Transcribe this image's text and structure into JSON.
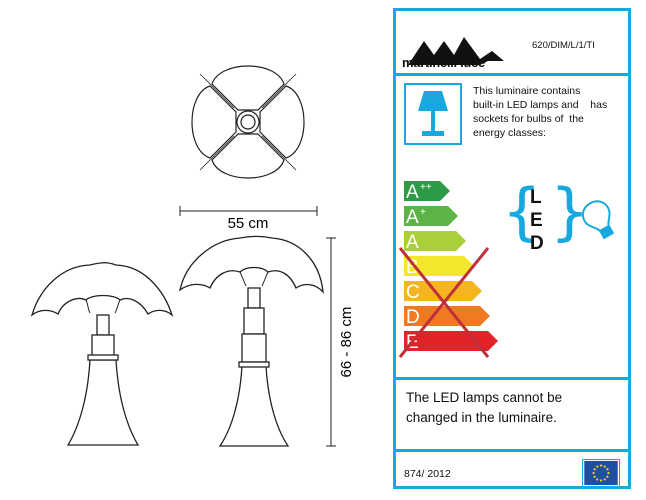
{
  "drawing": {
    "width_label": "55 cm",
    "height_label": "66 - 86 cm"
  },
  "energy_label": {
    "brand": "martinelli luce",
    "product_code": "620/DIM/L/1/TI",
    "info_lines": [
      "This luminaire contains",
      "built-in LED lamps and    has",
      "sockets for bulbs of  the",
      "energy classes:"
    ],
    "led_letters": [
      "L",
      "E",
      "D"
    ],
    "classes": [
      {
        "letter": "A",
        "sup": "++",
        "color": "#2d9b45",
        "crossed": false
      },
      {
        "letter": "A",
        "sup": "+",
        "color": "#5cb447",
        "crossed": false
      },
      {
        "letter": "A",
        "sup": "",
        "color": "#a9cf39",
        "crossed": false
      },
      {
        "letter": "B",
        "sup": "",
        "color": "#f3e62b",
        "crossed": true
      },
      {
        "letter": "C",
        "sup": "",
        "color": "#f5b521",
        "crossed": true
      },
      {
        "letter": "D",
        "sup": "",
        "color": "#ef7a22",
        "crossed": true
      },
      {
        "letter": "E",
        "sup": "",
        "color": "#e3232a",
        "crossed": true
      }
    ],
    "bottom_text": [
      "The LED lamps cannot be",
      "changed in the luminaire."
    ],
    "regulation": "874/ 2012",
    "accent_color": "#17a8df",
    "cross_color": "#c0303a"
  }
}
